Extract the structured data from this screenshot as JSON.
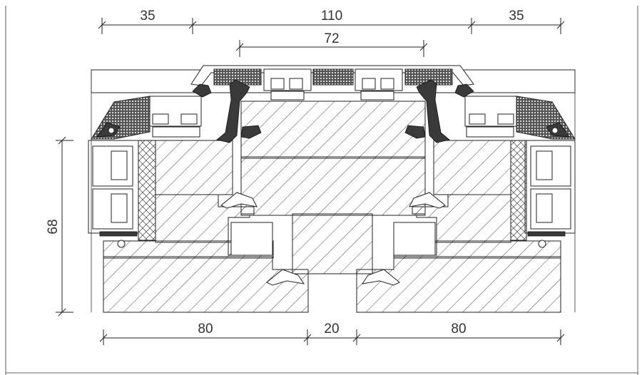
{
  "diagram": {
    "dimensions": {
      "top_left": "35",
      "top_center": "110",
      "top_right": "35",
      "top_inner": "72",
      "left_vertical": "68",
      "bottom_left": "80",
      "bottom_center": "20",
      "bottom_right": "80"
    },
    "colors": {
      "line": "#222222",
      "gasket": "#3a3a3a",
      "insulation": "#555555",
      "background": "#ffffff"
    }
  }
}
